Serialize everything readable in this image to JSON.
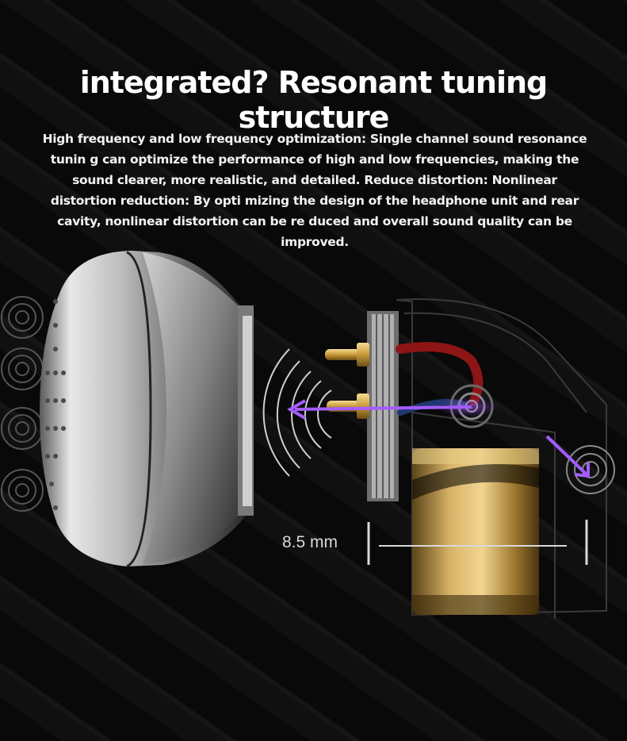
{
  "headline": "integrated? Resonant tuning structure",
  "description": "High frequency and low frequency optimization: Single channel sound resonance tunin g can optimize the performance of high and low frequencies, making the sound clearer, more realistic, and detailed. Reduce distortion: Nonlinear distortion reduction: By opti mizing the design of the headphone unit and rear cavity, nonlinear distortion can be re duced and overall sound quality can be improved.",
  "dimension_label": "8.5 mm",
  "colors": {
    "background": "#0d0d0d",
    "stripe": "#1e1e1e",
    "text": "#ffffff",
    "arrow": "#a45cff",
    "metal_light": "#e6e6e6",
    "metal_dark": "#3a3a3a",
    "gold": "#c9a457",
    "cable_red": "#a01818"
  }
}
